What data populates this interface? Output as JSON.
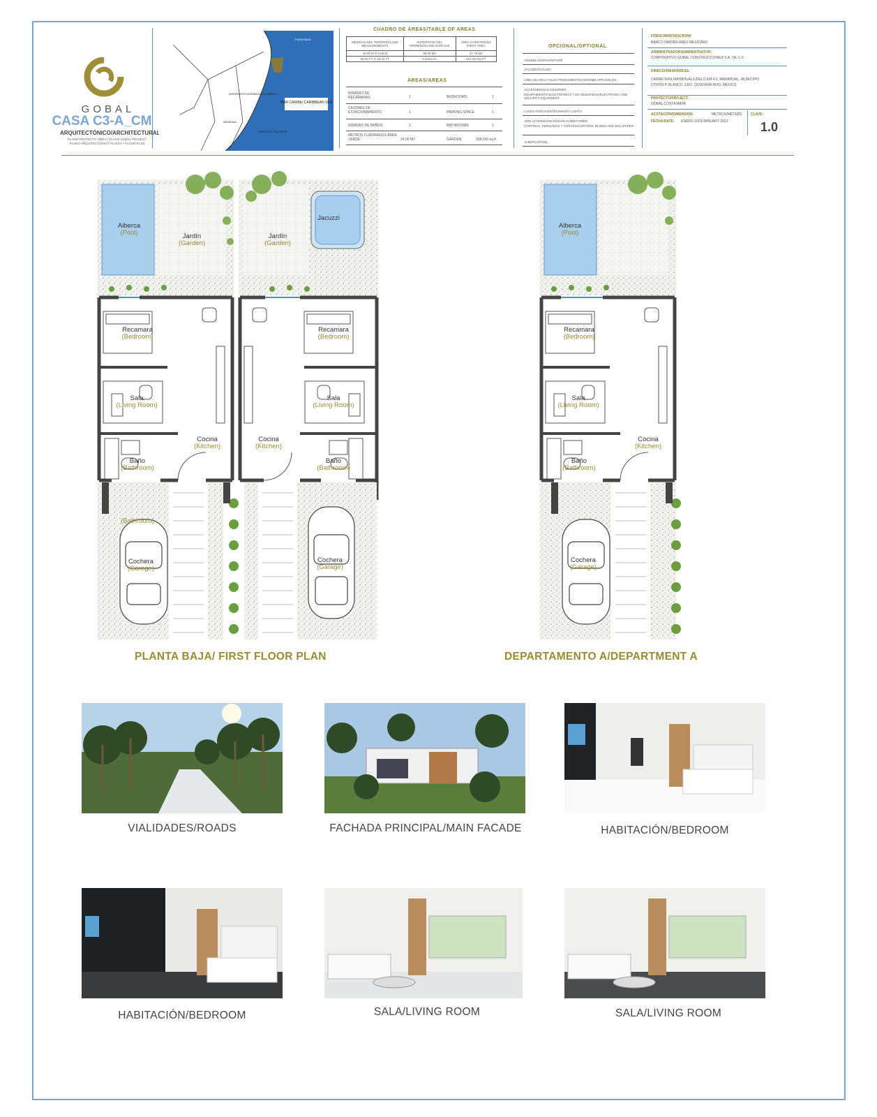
{
  "brand": {
    "name": "GOBAL",
    "project_code": "CASA C3-A_CM",
    "subtitle": "ARQUITECTÓNICO/ARCHITECTURAL",
    "sub_lines": [
      "PLANO PROYECTO OBRA / PLANO GOBAL PROJECT",
      "PLANO ARQUITECTÓNICO PLANTA • FLOOR PLAN"
    ]
  },
  "map": {
    "labels": [
      "MAR CARIBE/ CARIBBEAN SEA",
      "AEROPUERTO INTERNACIONAL AIRPORT",
      "PUNTA NIZUC",
      "MAHAHUAL",
      "PUERTO DE CRUCEROS"
    ]
  },
  "areas_table": {
    "title": "CUADRO DE ÁREAS/TABLE OF AREAS",
    "headers": [
      "MEDIDAS DEL TERRENO/LAND MEASUREMENTS",
      "SUPERFICIE DEL TERRENO/LAND SURFACE",
      "ÁREA CONSTRUIDA /FIRST AREA"
    ],
    "rows": [
      [
        "16.00 M X 5.00 M",
        "99.00 M2",
        "47.75 M2"
      ],
      [
        "59.05 FT X 16.04 FT",
        "0.0244 AC",
        "514.29 SQ.FT"
      ]
    ]
  },
  "areas": {
    "title": "ÁREAS/AREAS",
    "rows": [
      {
        "es": "NÚMERO DE RECÁMARAS",
        "v": "1",
        "en": "BEDROOMS",
        "v2": "1"
      },
      {
        "es": "CAJONES DE ESTACIONAMIENTO",
        "v": "1",
        "en": "PARKING SPACE",
        "v2": "1"
      },
      {
        "es": "NÚMERO DE BAÑOS",
        "v": "1",
        "en": "BATHROOMS",
        "v2": "1"
      },
      {
        "es": "METROS CUADRADOS ÁREA VERDE",
        "v": "24.90 M2",
        "en": "GARDEN",
        "v2": "268.043 sq.ft"
      }
    ]
  },
  "optional": {
    "title": "OPCIONAL/OPTIONAL",
    "items": [
      "AMUEBLADO/FURNITURE",
      "JACUZZI/JACUZZI",
      "LÍNEA BLANCA Y ELECTRODOMÉSTICOS/HOME APPLIANCES",
      "ACCESORIOS/ACCESORIES",
      "EQUIPAMIENTO ELECTRÓNICO Y DE SEGURIDAD/ELECTRONIC AND SECURITY EQUIPMENT",
      "LUCES INTELIGENTES/SMART LIGHTS",
      "AIRE ACONDICIONADO/AIR CONDITIONER",
      "CORTINAS, PERSIANAS Y TAPICES/CURTAINS, BLINDS AND WALLPAPER",
      "ALBERCA/POOL"
    ]
  },
  "info": {
    "fideicomiso_label": "FIDEICOMISO/ESCROW:",
    "fideicomiso": "BANCO INMOBILIARIO MEXICANO",
    "admin_label": "ADMINISTRADOR/ADMINISTRATOR:",
    "admin": "CORPORATIVO GOBAL CONSTRUCCIONES S.A. DE C.V.",
    "direccion_label": "DIRECCIÓN/ADDRESS:",
    "direccion": "CARRETERA MAHAHUAL/UDELO KM 4.5, MAHAHUAL, MUNICIPIO OTHÓN P. BLANCO, EDO. QUINTANA ROO, MÉXICO",
    "proyecto_label": "PROYECTO/PROJECT:",
    "proyecto": "GOBAL COSTA MAYA",
    "acot_label": "ACOTACIÓN/DIMENSION:",
    "acot": "METROS/METERS",
    "fecha_label": "FECHA/DATE:",
    "fecha": "ENERO 2023/JANUARY 2023",
    "clave_label": "CLAVE:",
    "clave": "1.0"
  },
  "plan_labels": {
    "first_floor": "PLANTA BAJA/ FIRST FLOOR PLAN",
    "dept_a": "DEPARTAMENTO A/DEPARTMENT A"
  },
  "rooms": {
    "pool": [
      "Alberca",
      "(Pool)"
    ],
    "garden": [
      "Jardín",
      "(Garden)"
    ],
    "jacuzzi": "Jacuzzi",
    "bedroom": [
      "Recamara",
      "(Bedroom)"
    ],
    "living": [
      "Sala",
      "(Living Room)"
    ],
    "kitchen": [
      "Cocina",
      "(Kitchen)"
    ],
    "bath": [
      "Baño",
      "(Bathroom)"
    ],
    "garage": [
      "Cochera",
      "(Garage)"
    ],
    "bathroom_extra": "(Bathroom)"
  },
  "photos": [
    {
      "caption": "VIALIDADES/ROADS"
    },
    {
      "caption": "FACHADA PRINCIPAL/MAIN FACADE"
    },
    {
      "caption": "HABITACIÓN/BEDROOM"
    },
    {
      "caption": "HABITACIÓN/BEDROOM"
    },
    {
      "caption": "SALA/LIVING ROOM"
    },
    {
      "caption": "SALA/LIVING ROOM"
    }
  ],
  "colors": {
    "accent_gold": "#9a8a30",
    "border_blue": "#7da6cc",
    "pool_blue": "#a9cfee"
  }
}
